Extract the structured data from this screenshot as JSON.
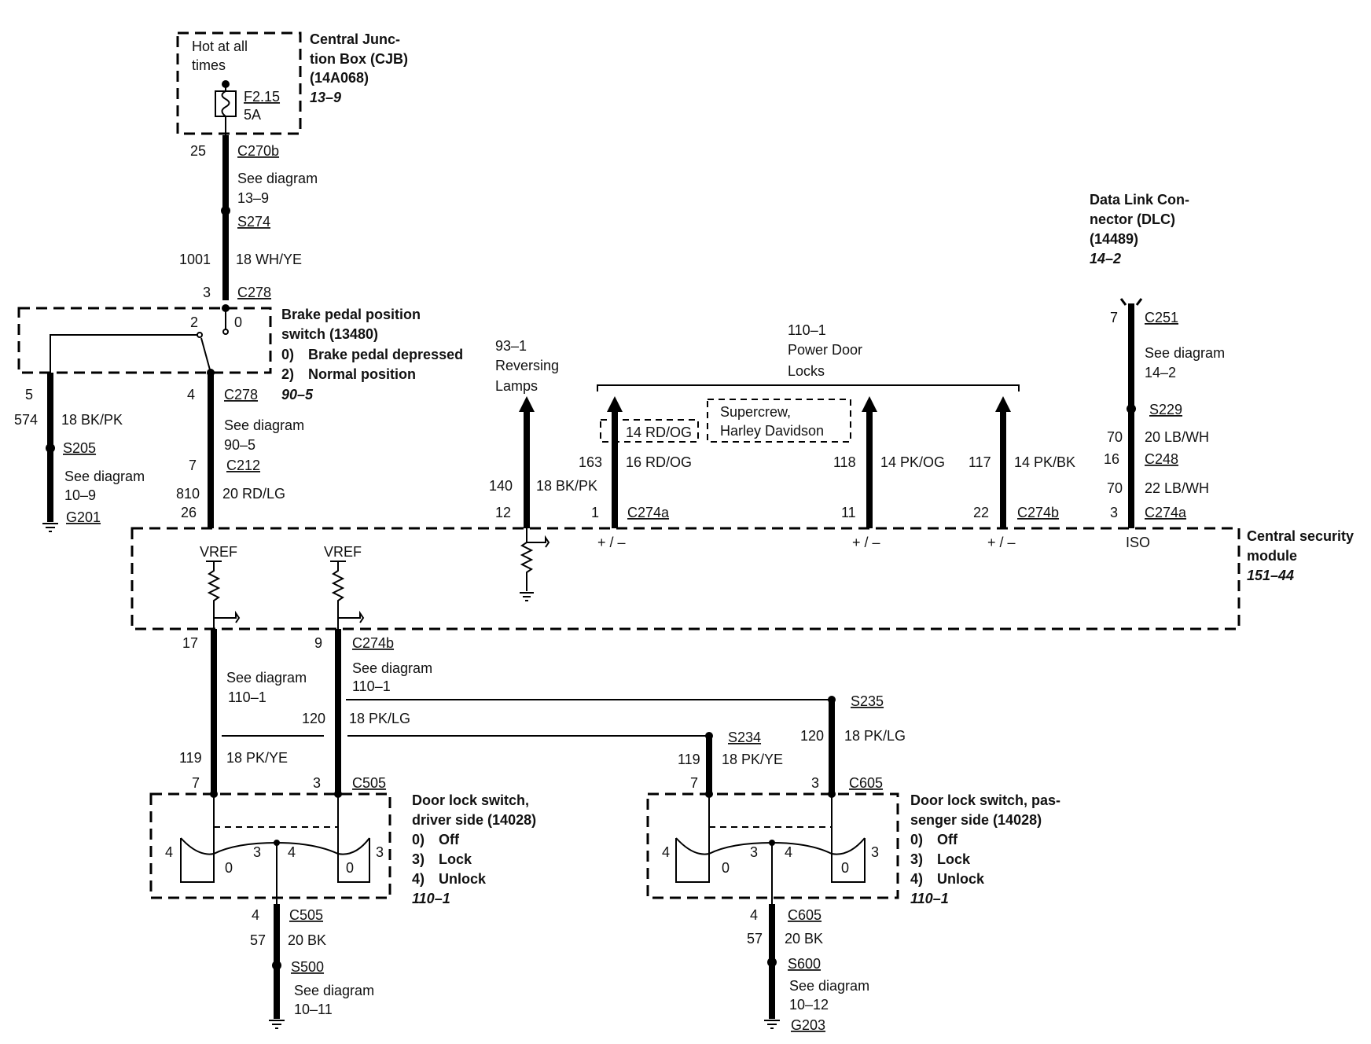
{
  "cjb": {
    "hot": [
      "Hot at all",
      "times"
    ],
    "fuse": [
      "F2.15",
      "5A"
    ],
    "title": [
      "Central Junc-",
      "tion Box (CJB)",
      "(14A068)"
    ],
    "ref": "13–9"
  },
  "feed": {
    "pin": "25",
    "conn": "C270b",
    "see": [
      "See diagram",
      "13–9"
    ],
    "splice": "S274",
    "circuit": "1001",
    "wire": "18 WH/YE",
    "pin2": "3",
    "conn2": "C278"
  },
  "bpp": {
    "pos2": "2",
    "pos0": "0",
    "title": [
      "Brake pedal position",
      "switch (13480)"
    ],
    "states": [
      [
        "0)",
        "Brake pedal depressed"
      ],
      [
        "2)",
        "Normal position"
      ]
    ],
    "ref": "90–5"
  },
  "left": {
    "pin": "5",
    "circuit": "574",
    "wire": "18 BK/PK",
    "splice": "S205",
    "see": [
      "See diagram",
      "10–9"
    ],
    "ground": "G201"
  },
  "bppout": {
    "pin": "4",
    "conn": "C278",
    "see": [
      "See diagram",
      "90–5"
    ],
    "pin2": "7",
    "conn2": "C212",
    "circuit": "810",
    "wire": "20 RD/LG",
    "pin3": "26"
  },
  "reverse": {
    "ref": "93–1",
    "name": [
      "Reversing",
      "Lamps"
    ],
    "circuit": "140",
    "wire": "18 BK/PK",
    "pin": "12"
  },
  "pdl": {
    "ref": "110–1",
    "name": [
      "Power Door",
      "Locks"
    ],
    "opt": "14 RD/OG",
    "variant": [
      "Supercrew,",
      "Harley Davidson"
    ],
    "w1": {
      "circuit": "163",
      "wire": "16 RD/OG",
      "pin": "1",
      "conn": "C274a"
    },
    "w2": {
      "circuit": "118",
      "wire": "14 PK/OG",
      "pin": "11"
    },
    "w3": {
      "circuit": "117",
      "wire": "14 PK/BK",
      "pin": "22",
      "conn": "C274b"
    },
    "pm": "+ / –"
  },
  "dlc": {
    "title": [
      "Data Link Con-",
      "nector (DLC)",
      "(14489)"
    ],
    "ref": "14–2",
    "pin": "7",
    "conn": "C251",
    "see": [
      "See diagram",
      "14–2"
    ],
    "splice": "S229",
    "c1": "70",
    "w1": "20 LB/WH",
    "pin2": "16",
    "conn2": "C248",
    "c2": "70",
    "w2": "22 LB/WH",
    "pin3": "3",
    "conn3": "C274a",
    "iso": "ISO"
  },
  "csm": {
    "title": [
      "Central security",
      "module"
    ],
    "ref": "151–44",
    "vref": "VREF"
  },
  "lower": {
    "p17": "17",
    "p9": "9",
    "conn": "C274b",
    "seeL": [
      "See diagram",
      "110–1"
    ],
    "seeR": [
      "See diagram",
      "110–1"
    ],
    "s235": "S235",
    "s234": "S234",
    "c120": "120",
    "w120": "18 PK/LG",
    "c119": "119",
    "w119": "18 PK/YE",
    "p7": "7",
    "p3": "3",
    "c505": "C505",
    "c605": "C605"
  },
  "dsw": {
    "title": [
      "Door lock switch,",
      "driver side (14028)"
    ],
    "states": [
      [
        "0)",
        "Off"
      ],
      [
        "3)",
        "Lock"
      ],
      [
        "4)",
        "Unlock"
      ]
    ],
    "ref": "110–1",
    "n4": "4",
    "n0": "0",
    "n3": "3"
  },
  "psw": {
    "title": [
      "Door lock switch, pas-",
      "senger side (14028)"
    ],
    "states": [
      [
        "0)",
        "Off"
      ],
      [
        "3)",
        "Lock"
      ],
      [
        "4)",
        "Unlock"
      ]
    ],
    "ref": "110–1"
  },
  "gndL": {
    "pin": "4",
    "conn": "C505",
    "circuit": "57",
    "wire": "20 BK",
    "splice": "S500",
    "see": [
      "See diagram",
      "10–11"
    ]
  },
  "gndR": {
    "pin": "4",
    "conn": "C605",
    "circuit": "57",
    "wire": "20 BK",
    "splice": "S600",
    "see": [
      "See diagram",
      "10–12"
    ],
    "ground": "G203"
  }
}
